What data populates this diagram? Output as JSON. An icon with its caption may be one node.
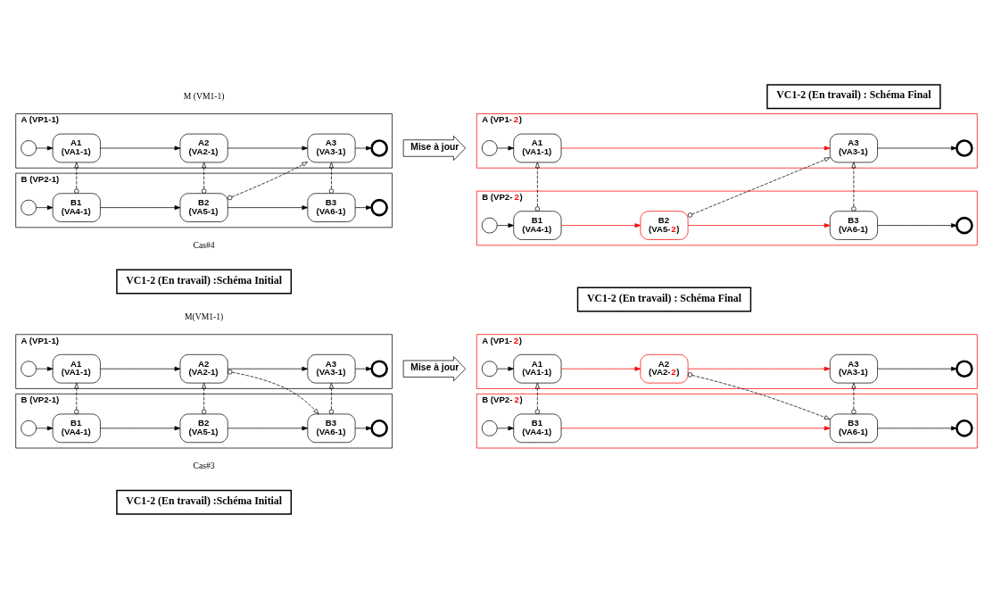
{
  "diagram": {
    "nodes": [
      {
        "text": [
          "VC1-2 (En travail) :Schéma Initial"
        ]
      },
      {
        "text": [
          "VC1-2 (En travail) : Schéma Final"
        ]
      },
      {
        "text": [
          "A (VP1-1)"
        ]
      },
      {
        "text": [],
        "shape": "circle",
        "in": 2
      },
      {
        "text": [
          "A1",
          "(VA1-1)"
        ],
        "in": 2
      },
      {
        "text": [
          "A2",
          "(VA2-1)"
        ],
        "in": 2
      },
      {
        "text": [
          "A3",
          "(VA3-1)"
        ],
        "in": 2
      },
      {
        "text": [],
        "shape": "circle",
        "in": 2
      },
      {
        "text": [
          "B (VP2-1)"
        ]
      },
      {
        "text": [],
        "shape": "circle",
        "in": 8
      },
      {
        "text": [
          "B1",
          "(VA4-1)"
        ],
        "in": 8
      },
      {
        "text": [
          "B2",
          "(VA5-1)"
        ],
        "in": 8
      },
      {
        "text": [
          "B3",
          "(VA6-1)"
        ],
        "in": 8
      },
      {
        "text": [],
        "shape": "circle",
        "in": 8
      },
      {
        "text": [
          "Mise à jour"
        ]
      },
      {
        "text": [
          "A (VP1-2)"
        ]
      },
      {
        "text": [],
        "shape": "circle",
        "in": 15
      },
      {
        "text": [
          "A1",
          "(VA1-1)"
        ],
        "in": 15
      },
      {
        "text": [
          "A2",
          "(VA2-2)"
        ],
        "in": 15
      },
      {
        "text": [
          "A3",
          "(VA3-1)"
        ],
        "in": 15
      },
      {
        "text": [],
        "shape": "circle",
        "in": 15
      },
      {
        "text": [
          "B (VP2-2)"
        ]
      },
      {
        "text": [],
        "shape": "circle",
        "in": 21
      },
      {
        "text": [
          "B1",
          "(VA4-1)"
        ],
        "in": 21
      },
      {
        "text": [
          "B3",
          "(VA6-1)"
        ],
        "in": 21
      },
      {
        "text": [],
        "shape": "circle",
        "in": 21
      },
      {
        "text": [
          "VC1-2 (En travail) :Schéma Initial"
        ]
      },
      {
        "text": [
          "VC1-2 (En travail) : Schéma Final"
        ]
      },
      {
        "text": [
          "A (VP1-1)"
        ]
      },
      {
        "text": [],
        "shape": "circle",
        "in": 28
      },
      {
        "text": [
          "A1",
          "(VA1-1)"
        ],
        "in": 28
      },
      {
        "text": [
          "A2",
          "(VA2-1)"
        ],
        "in": 28
      },
      {
        "text": [
          "A3",
          "(VA3-1)"
        ],
        "in": 28
      },
      {
        "text": [],
        "shape": "circle",
        "in": 28
      },
      {
        "text": [
          "B (VP2-1)"
        ]
      },
      {
        "text": [],
        "shape": "circle",
        "in": 34
      },
      {
        "text": [
          "B1",
          "(VA4-1)"
        ],
        "in": 34
      },
      {
        "text": [
          "B2",
          "(VA5-1)"
        ],
        "in": 34
      },
      {
        "text": [
          "B3",
          "(VA6-1)"
        ],
        "in": 34
      },
      {
        "text": [],
        "shape": "circle",
        "in": 34
      },
      {
        "text": [
          "Mise à jour"
        ]
      },
      {
        "text": [
          "A (VP1-2)"
        ]
      },
      {
        "text": [],
        "shape": "circle",
        "in": 41
      },
      {
        "text": [
          "A1",
          "(VA1-1)"
        ],
        "in": 41
      },
      {
        "text": [
          "A3",
          "(VA3-1)"
        ],
        "in": 41
      },
      {
        "text": [],
        "shape": "circle",
        "in": 41
      },
      {
        "text": [
          "B (VP2-2)"
        ]
      },
      {
        "text": [],
        "shape": "circle",
        "in": 46
      },
      {
        "text": [
          "B1",
          "(VA4-1)"
        ],
        "in": 46
      },
      {
        "text": [
          "B2",
          "(VA5-2)"
        ],
        "in": 46
      },
      {
        "text": [
          "B3",
          "(VA6-1)"
        ],
        "in": 46
      },
      {
        "text": [],
        "shape": "circle",
        "in": 46
      }
    ],
    "edges": [
      {
        "from": 3,
        "to": 4,
        "arrow": "to"
      },
      {
        "from": 4,
        "to": 5,
        "arrow": "to"
      },
      {
        "from": 5,
        "to": 6,
        "arrow": "to"
      },
      {
        "from": 6,
        "to": 7,
        "arrow": "to"
      },
      {
        "from": 9,
        "to": 10,
        "arrow": "to"
      },
      {
        "from": 10,
        "to": 11,
        "arrow": "to"
      },
      {
        "from": 11,
        "to": 12,
        "arrow": "to"
      },
      {
        "from": 12,
        "to": 13,
        "arrow": "to"
      },
      {
        "from": 10,
        "to": 4,
        "arrow": "to",
        "style": "dashed"
      },
      {
        "from": 11,
        "to": 5,
        "arrow": "to",
        "style": "dashed"
      },
      {
        "from": 5,
        "to": 12,
        "arrow": "to",
        "style": "dashed"
      },
      {
        "from": 12,
        "to": 6,
        "arrow": "to",
        "style": "dashed"
      },
      {
        "from": 16,
        "to": 17,
        "arrow": "to"
      },
      {
        "from": 17,
        "to": 18,
        "arrow": "to",
        "color": "#ff0000"
      },
      {
        "from": 18,
        "to": 19,
        "arrow": "to",
        "color": "#ff0000"
      },
      {
        "from": 19,
        "to": 20,
        "arrow": "to"
      },
      {
        "from": 22,
        "to": 23,
        "arrow": "to"
      },
      {
        "from": 23,
        "to": 24,
        "arrow": "to",
        "color": "#ff0000"
      },
      {
        "from": 24,
        "to": 25,
        "arrow": "to"
      },
      {
        "from": 23,
        "to": 17,
        "arrow": "to",
        "style": "dashed"
      },
      {
        "from": 18,
        "to": 24,
        "arrow": "to",
        "style": "dashed"
      },
      {
        "from": 24,
        "to": 19,
        "arrow": "to",
        "style": "dashed"
      },
      {
        "from": 29,
        "to": 30,
        "arrow": "to"
      },
      {
        "from": 30,
        "to": 31,
        "arrow": "to"
      },
      {
        "from": 31,
        "to": 32,
        "arrow": "to"
      },
      {
        "from": 32,
        "to": 33,
        "arrow": "to"
      },
      {
        "from": 35,
        "to": 36,
        "arrow": "to"
      },
      {
        "from": 36,
        "to": 37,
        "arrow": "to"
      },
      {
        "from": 37,
        "to": 38,
        "arrow": "to"
      },
      {
        "from": 38,
        "to": 39,
        "arrow": "to"
      },
      {
        "from": 36,
        "to": 30,
        "arrow": "to",
        "style": "dashed"
      },
      {
        "from": 37,
        "to": 31,
        "arrow": "to",
        "style": "dashed"
      },
      {
        "from": 37,
        "to": 32,
        "arrow": "to",
        "style": "dashed"
      },
      {
        "from": 38,
        "to": 32,
        "arrow": "to",
        "style": "dashed"
      },
      {
        "from": 42,
        "to": 43,
        "arrow": "to"
      },
      {
        "from": 43,
        "to": 44,
        "arrow": "to",
        "color": "#ff0000"
      },
      {
        "from": 44,
        "to": 45,
        "arrow": "to"
      },
      {
        "from": 47,
        "to": 48,
        "arrow": "to"
      },
      {
        "from": 48,
        "to": 49,
        "arrow": "to",
        "color": "#ff0000"
      },
      {
        "from": 49,
        "to": 50,
        "arrow": "to",
        "color": "#ff0000"
      },
      {
        "from": 50,
        "to": 51,
        "arrow": "to"
      },
      {
        "from": 48,
        "to": 43,
        "arrow": "to",
        "style": "dashed"
      },
      {
        "from": 49,
        "to": 44,
        "arrow": "to",
        "style": "dashed"
      },
      {
        "from": 50,
        "to": 44,
        "arrow": "to",
        "style": "dashed"
      }
    ],
    "labels": [
      "Cas#3",
      "M(VM1-1)",
      "Cas#4",
      "M (VM1-1)"
    ]
  }
}
